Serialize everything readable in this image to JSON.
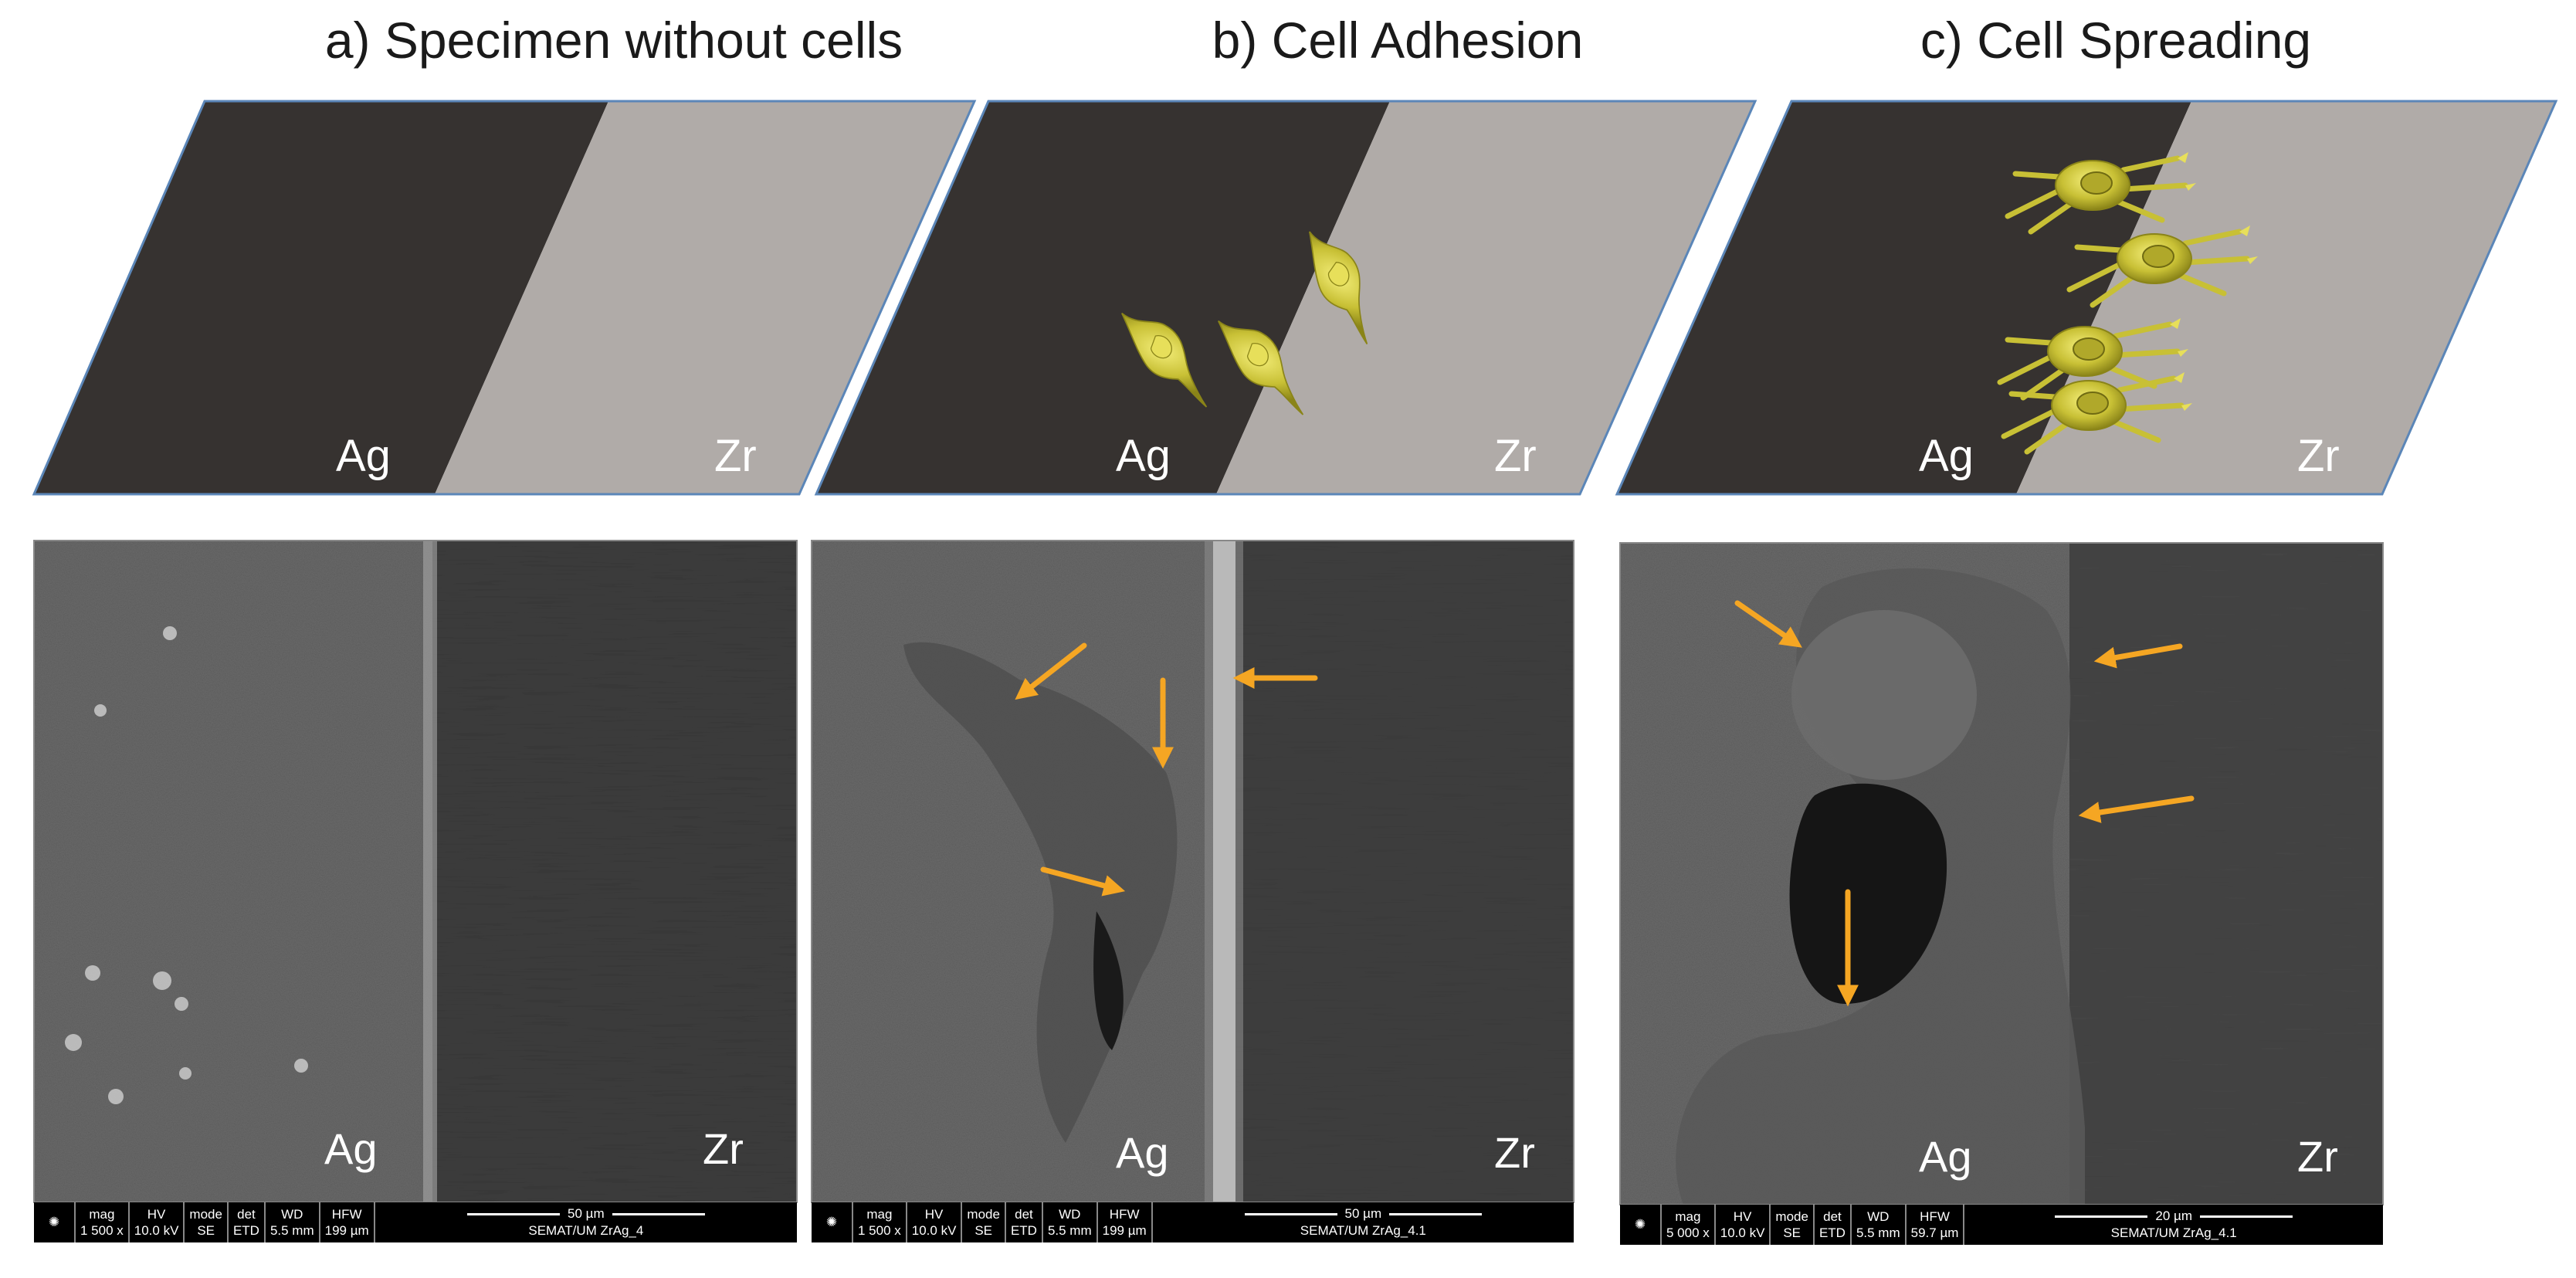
{
  "titles": {
    "a": "a) Specimen without cells",
    "b": "b) Cell Adhesion",
    "c": "c) Cell Spreading"
  },
  "labels": {
    "left": "Ag",
    "right": "Zr"
  },
  "colors": {
    "ag_dark": "#363230",
    "zr_light": "#b0aba8",
    "outline": "#5b86b8",
    "cell": "#c8c035",
    "arrow": "#f5a623",
    "sem_bg_ag": "#5a5a5a",
    "sem_bg_zr": "#3c3c3c"
  },
  "icons": {
    "databar_logo": "microscope-logo-icon",
    "arrow": "arrow-icon"
  },
  "databar": {
    "headers": {
      "mag": "mag",
      "hv": "HV",
      "mode": "mode",
      "det": "det",
      "wd": "WD",
      "hfw": "HFW"
    },
    "panels": [
      {
        "mag": "1 500 x",
        "hv": "10.0 kV",
        "mode": "SE",
        "det": "ETD",
        "wd": "5.5 mm",
        "hfw": "199 µm",
        "scale": "50 µm",
        "sample": "SEMAT/UM ZrAg_4"
      },
      {
        "mag": "1 500 x",
        "hv": "10.0 kV",
        "mode": "SE",
        "det": "ETD",
        "wd": "5.5 mm",
        "hfw": "199 µm",
        "scale": "50 µm",
        "sample": "SEMAT/UM ZrAg_4.1"
      },
      {
        "mag": "5 000 x",
        "hv": "10.0 kV",
        "mode": "SE",
        "det": "ETD",
        "wd": "5.5 mm",
        "hfw": "59.7 µm",
        "scale": "20 µm",
        "sample": "SEMAT/UM ZrAg_4.1"
      }
    ]
  }
}
